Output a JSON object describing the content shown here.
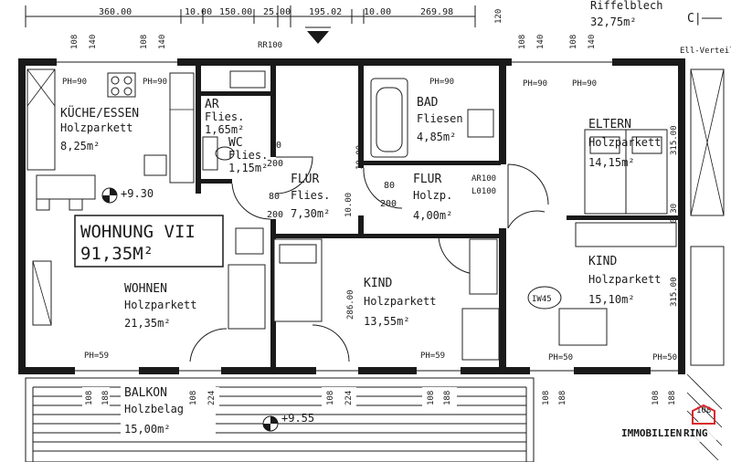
{
  "apartment": {
    "title": "WOHNUNG VII",
    "area": "91,35M²"
  },
  "top_dims": [
    "360.00",
    "10.00",
    "150.00",
    "25.00",
    "195.02",
    "10.00",
    "269.98"
  ],
  "top_right": {
    "label": "Riffelblech",
    "area": "32,75m²"
  },
  "rooms": {
    "kueche": {
      "name": "KÜCHE/ESSEN",
      "floor": "Holzparkett",
      "area": "8,25m²"
    },
    "ar": {
      "name": "AR",
      "floor": "Flies.",
      "area": "1,65m²"
    },
    "wc": {
      "name": "WC",
      "floor": "Flies.",
      "area": "1,15m²"
    },
    "flur1": {
      "name": "FLUR",
      "floor": "Flies.",
      "area": "7,30m²"
    },
    "flur2": {
      "name": "FLUR",
      "floor": "Holzp.",
      "area": "4,00m²"
    },
    "bad": {
      "name": "BAD",
      "floor": "Fliesen",
      "area": "4,85m²"
    },
    "eltern": {
      "name": "ELTERN",
      "floor": "Holzparkett",
      "area": "14,15m²"
    },
    "wohnen": {
      "name": "WOHNEN",
      "floor": "Holzparkett",
      "area": "21,35m²"
    },
    "kind1": {
      "name": "KIND",
      "floor": "Holzparkett",
      "area": "13,55m²"
    },
    "kind2": {
      "name": "KIND",
      "floor": "Holzparkett",
      "area": "15,10m²"
    },
    "balkon": {
      "name": "BALKON",
      "floor": "Holzbelag",
      "area": "15,00m²"
    }
  },
  "labels": {
    "ph90": "PH=90",
    "ph59": "PH=59",
    "ph50": "PH=50",
    "level_930": "+9.30",
    "level_955": "+9.55",
    "ar100": "AR100",
    "l0100": "L0100",
    "iw45": "IW45",
    "rr100": "RR100",
    "d80": "80",
    "d200": "200",
    "d108": "108",
    "d140": "140",
    "d188": "188",
    "d224": "224",
    "d315": "315.00",
    "d286": "286.00",
    "d1000": "10.00",
    "d1030": "10.30",
    "ell": "Ell-Verteilu",
    "cl": "C|"
  },
  "logo": {
    "text_a": "IMMOBILIEN",
    "text_b": "RING"
  },
  "colors": {
    "line": "#1a1a1a",
    "logo_gray": "#555555",
    "logo_red": "#d9262c"
  }
}
